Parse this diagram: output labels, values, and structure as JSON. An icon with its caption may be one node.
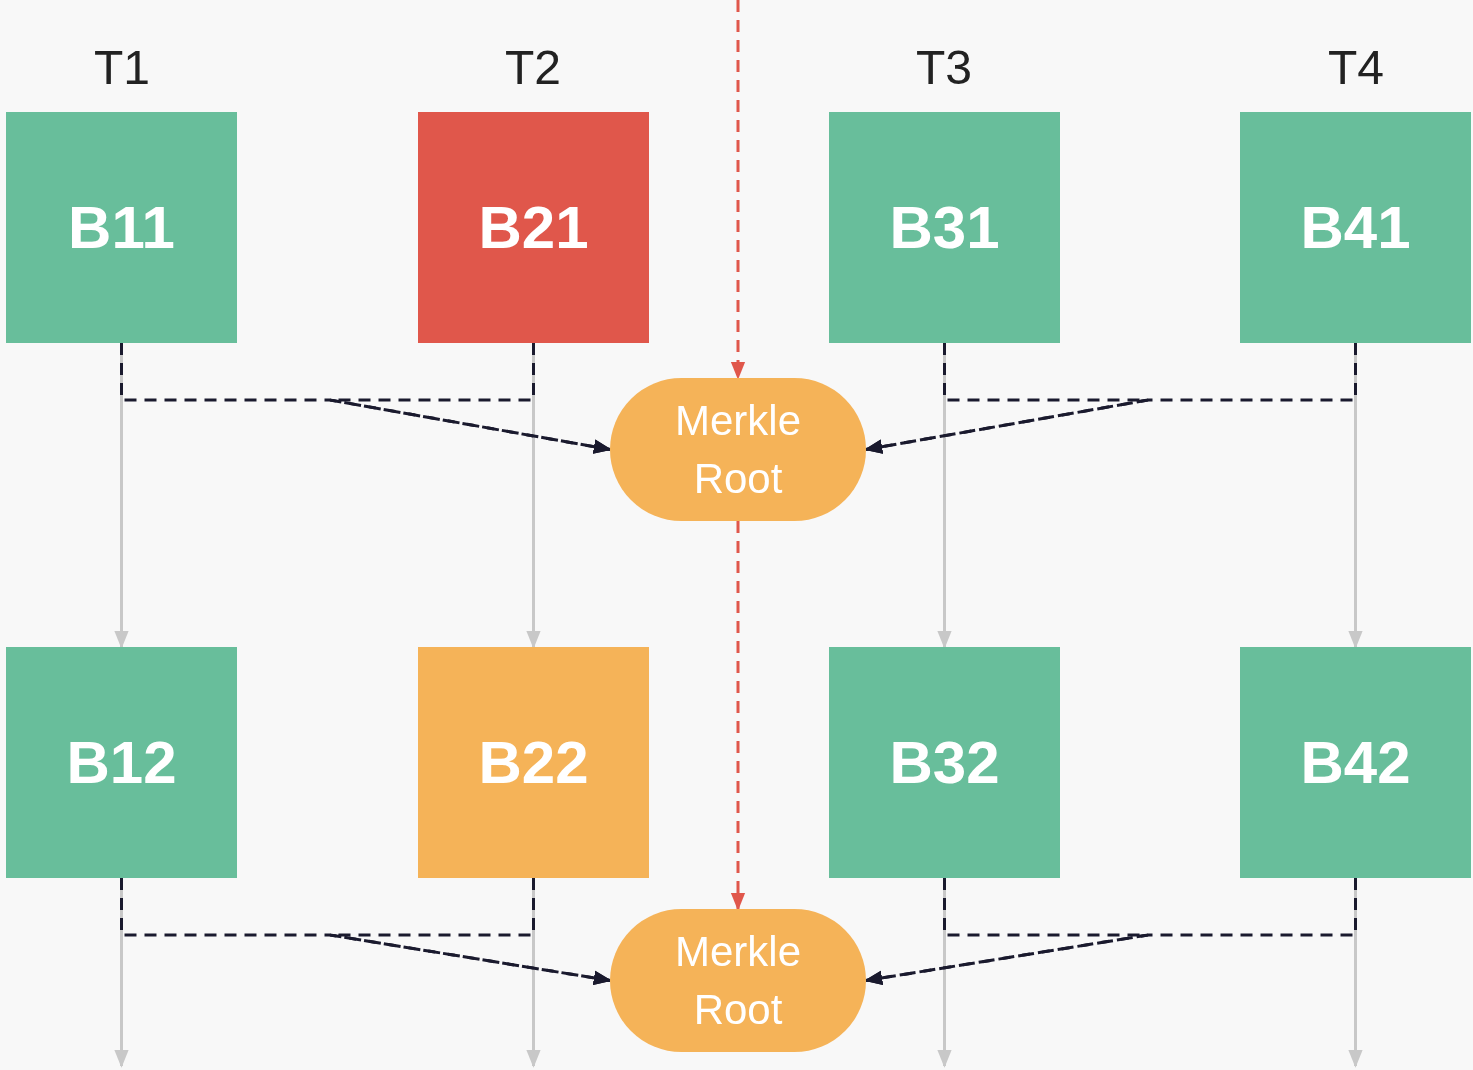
{
  "diagram": {
    "nodes": [
      {
        "text": [
          "B11"
        ]
      },
      {
        "text": [
          "B21"
        ]
      },
      {
        "text": [
          "B31"
        ]
      },
      {
        "text": [
          "B41"
        ]
      },
      {
        "text": [
          "Merkle Root"
        ]
      },
      {
        "text": [
          "B12"
        ]
      },
      {
        "text": [
          "B22"
        ]
      },
      {
        "text": [
          "B32"
        ]
      },
      {
        "text": [
          "B42"
        ]
      },
      {
        "text": [
          "Merkle Root"
        ]
      }
    ],
    "edges": [
      {
        "from": 0,
        "to": 5,
        "arrow": "to",
        "color": "#c8c8c8"
      },
      {
        "from": 1,
        "to": 6,
        "arrow": "to",
        "color": "#c8c8c8"
      },
      {
        "from": 2,
        "to": 7,
        "arrow": "to",
        "color": "#c8c8c8"
      },
      {
        "from": 3,
        "to": 8,
        "arrow": "to",
        "color": "#c8c8c8"
      },
      {
        "from": 5,
        "to": null,
        "arrow": "to",
        "color": "#c8c8c8"
      },
      {
        "from": 6,
        "to": null,
        "arrow": "to",
        "color": "#c8c8c8"
      },
      {
        "from": 7,
        "to": null,
        "arrow": "to",
        "color": "#c8c8c8"
      },
      {
        "from": 8,
        "to": null,
        "arrow": "to",
        "color": "#c8c8c8"
      },
      {
        "from": 0,
        "to": 4,
        "arrow": "to",
        "style": "dashed",
        "color": "#1a1a2e"
      },
      {
        "from": 1,
        "to": 4,
        "arrow": "to",
        "style": "dashed",
        "color": "#1a1a2e"
      },
      {
        "from": 2,
        "to": 4,
        "arrow": "to",
        "style": "dashed",
        "color": "#1a1a2e"
      },
      {
        "from": 3,
        "to": 4,
        "arrow": "to",
        "style": "dashed",
        "color": "#1a1a2e"
      },
      {
        "from": 5,
        "to": 9,
        "arrow": "to",
        "style": "dashed",
        "color": "#1a1a2e"
      },
      {
        "from": 6,
        "to": 9,
        "arrow": "to",
        "style": "dashed",
        "color": "#1a1a2e"
      },
      {
        "from": 7,
        "to": 9,
        "arrow": "to",
        "style": "dashed",
        "color": "#1a1a2e"
      },
      {
        "from": 8,
        "to": 9,
        "arrow": "to",
        "style": "dashed",
        "color": "#1a1a2e"
      },
      {
        "from": null,
        "to": 4,
        "arrow": "to",
        "style": "dashed",
        "color": "#e0574b"
      },
      {
        "from": 4,
        "to": 9,
        "arrow": "to",
        "style": "dashed",
        "color": "#e0574b"
      }
    ],
    "labels": [
      "T1",
      "T2",
      "T3",
      "T4"
    ]
  }
}
